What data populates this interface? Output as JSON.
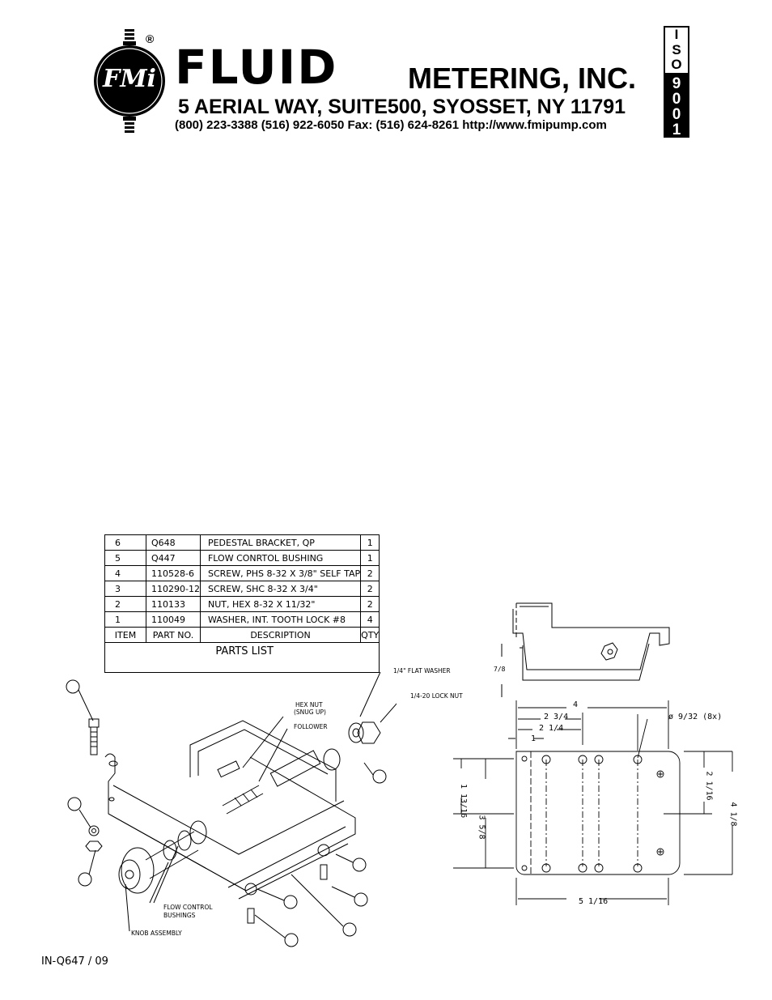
{
  "letterhead": {
    "logo_text": "FMi",
    "registered_mark": "®",
    "brand": "FLUID",
    "company": "METERING, INC.",
    "address": "5 AERIAL WAY, SUITE500, SYOSSET, NY 11791",
    "contact": "(800) 223-3388  (516) 922-6050  Fax: (516) 624-8261  http://www.fmipump.com",
    "iso_letters": [
      "I",
      "S",
      "O"
    ],
    "iso_digits": [
      "9",
      "0",
      "0",
      "1"
    ]
  },
  "parts_list": {
    "columns": [
      "ITEM",
      "PART NO.",
      "DESCRIPTION",
      "QTY"
    ],
    "caption": "PARTS LIST",
    "rows": [
      {
        "item": "6",
        "part": "Q648",
        "desc": "PEDESTAL BRACKET, QP",
        "qty": "1"
      },
      {
        "item": "5",
        "part": "Q447",
        "desc": "FLOW CONRTOL BUSHING",
        "qty": "1"
      },
      {
        "item": "4",
        "part": "110528-6",
        "desc": "SCREW, PHS 8-32 X 3/8\" SELF TAP",
        "qty": "2"
      },
      {
        "item": "3",
        "part": "110290-12",
        "desc": "SCREW, SHC 8-32 X 3/4\"",
        "qty": "2"
      },
      {
        "item": "2",
        "part": "110133",
        "desc": "NUT, HEX 8-32 X 11/32\"",
        "qty": "2"
      },
      {
        "item": "1",
        "part": "110049",
        "desc": "WASHER, INT. TOOTH LOCK #8",
        "qty": "4"
      }
    ]
  },
  "callouts": {
    "flat_washer": "1/4\" FLAT WASHER",
    "lock_nut": "1/4-20 LOCK NUT",
    "hex_nut_1": "HEX NUT",
    "hex_nut_2": "(SNUG UP)",
    "follower": "FOLLOWER",
    "flow_bushings_1": "FLOW CONTROL",
    "flow_bushings_2": "BUSHINGS",
    "knob": "KNOB ASSEMBLY"
  },
  "dimensions": {
    "side_height": "7/8",
    "overall_width": "4",
    "width_a": "2 3/4",
    "width_b": "2 1/4",
    "width_c": "1",
    "hole_dia": "ø 9/32 (8x)",
    "left_a": "1 13/16",
    "left_b": "3 5/8",
    "right_a": "2 1/16",
    "right_b": "4 1/8",
    "bottom": "5 1/16"
  },
  "footer": {
    "doc_id": "IN-Q647 / 09"
  }
}
